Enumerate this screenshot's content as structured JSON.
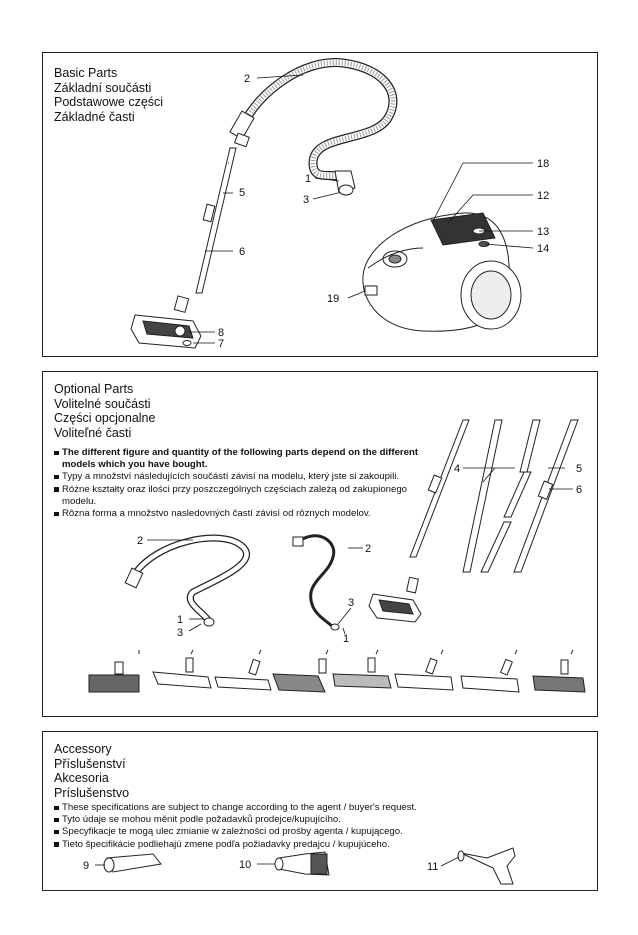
{
  "basic": {
    "title": [
      "Basic Parts",
      "Základní součásti",
      "Podstawowe części",
      "Základné časti"
    ],
    "callouts": {
      "hose": "2",
      "hose_end": "1",
      "grip_ring": "3",
      "tube_slider": "5",
      "tube": "6",
      "floor_nozzle_pedal": "8",
      "floor_nozzle": "7",
      "handle": "18",
      "lid": "12",
      "indicator": "13",
      "cord_button": "14",
      "power_switch": "19"
    }
  },
  "optional": {
    "title": [
      "Optional Parts",
      "Volitelné součásti",
      "Części opcjonalne",
      "Voliteľné časti"
    ],
    "notes": [
      "The different figure and quantity of the following parts depend on the different models which you have bought.",
      "Typy a množství následujících součástí závisí na modelu, který jste si zakoupili.",
      "Różne kształty oraz ilości przy poszczególnych częściach zależą od zakupionego modelu.",
      "Rôzna forma a množstvo nasledovných častí závisí od rôznych modelov."
    ],
    "callouts": {
      "tube_set": "4",
      "tube_slider": "5",
      "tube_clip": "6",
      "hose_a": "2",
      "hose_a_end": "1",
      "hose_a_ring": "3",
      "hose_b": "2",
      "hose_b_end": "1",
      "hose_b_ring": "3"
    }
  },
  "accessory": {
    "title": [
      "Accessory",
      "Příslušenství",
      "Akcesoria",
      "Príslušenstvo"
    ],
    "notes": [
      "These specifications are subject to change according to the agent / buyer's request.",
      "Tyto údaje se mohou měnit podle požadavků prodejce/kupujícího.",
      "Specyfikacje te mogą ulec zmianie w zależności od prośby agenta / kupującego.",
      "Tieto špecifikácie podliehajú zmene podľa požiadavky predajcu / kupujúceho."
    ],
    "items": {
      "crevice_tool": "9",
      "dusting_brush": "10",
      "upholstery_tool": "11"
    }
  }
}
